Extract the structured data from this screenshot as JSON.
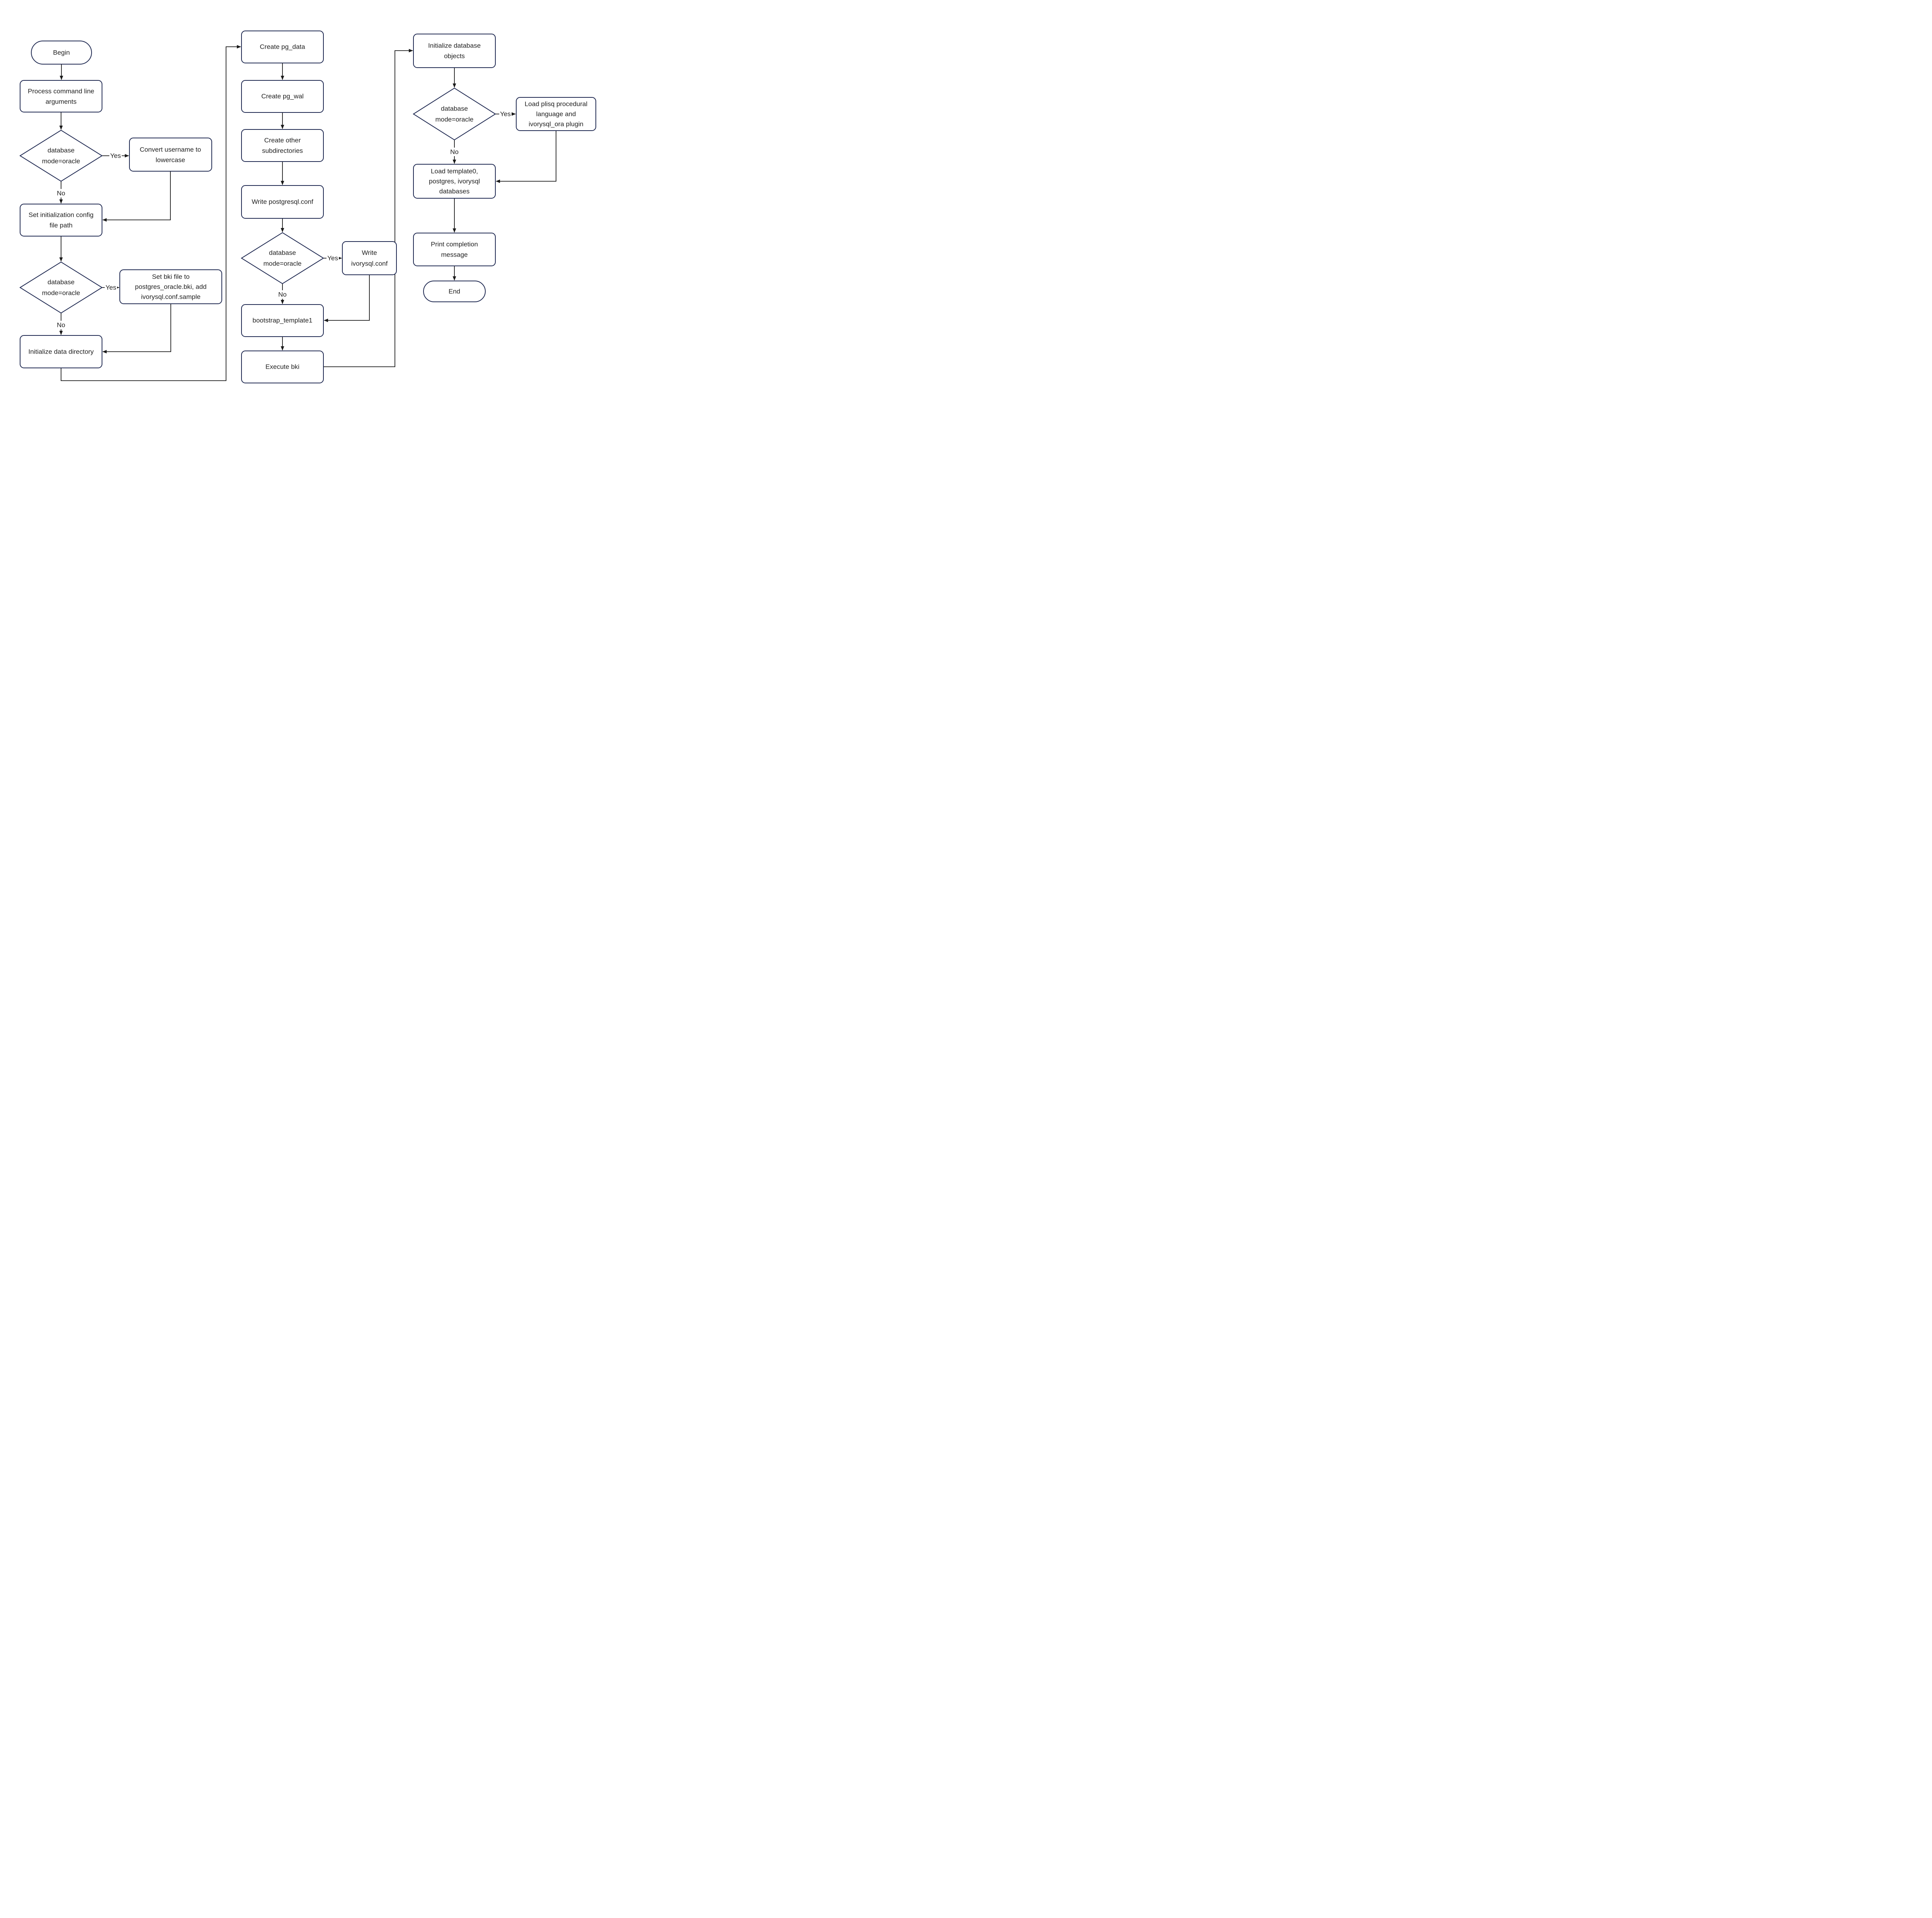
{
  "diagram": {
    "background": "#ffffff",
    "colors": {
      "node_border": "#202a52",
      "node_fill": "#ffffff",
      "connector": "#1a1a1a",
      "text": "#202020"
    },
    "nodes": {
      "begin": {
        "shape": "terminator",
        "lines": [
          "Begin"
        ]
      },
      "process_args": {
        "shape": "process",
        "lines": [
          "Process command line",
          "arguments"
        ]
      },
      "decision_mode_1": {
        "shape": "decision",
        "lines": [
          "database",
          "mode=oracle"
        ]
      },
      "convert_username": {
        "shape": "process",
        "lines": [
          "Convert username to",
          "lowercase"
        ]
      },
      "set_init_config": {
        "shape": "process",
        "lines": [
          "Set initialization config",
          "file path"
        ]
      },
      "decision_mode_2": {
        "shape": "decision",
        "lines": [
          "database",
          "mode=oracle"
        ]
      },
      "set_bki_file": {
        "shape": "process",
        "lines": [
          "Set bki file to",
          "postgres_oracle.bki, add",
          "ivorysql.conf.sample"
        ]
      },
      "init_data_dir": {
        "shape": "process",
        "lines": [
          "Initialize data directory"
        ]
      },
      "create_pg_data": {
        "shape": "process",
        "lines": [
          "Create pg_data"
        ]
      },
      "create_pg_wal": {
        "shape": "process",
        "lines": [
          "Create pg_wal"
        ]
      },
      "create_other_subdirs": {
        "shape": "process",
        "lines": [
          "Create other",
          "subdirectories"
        ]
      },
      "write_postgresql_conf": {
        "shape": "process",
        "lines": [
          "Write postgresql.conf"
        ]
      },
      "decision_mode_3": {
        "shape": "decision",
        "lines": [
          "database",
          "mode=oracle"
        ]
      },
      "write_ivorysql_conf": {
        "shape": "process",
        "lines": [
          "Write",
          "ivorysql.conf"
        ]
      },
      "bootstrap_template1": {
        "shape": "process",
        "lines": [
          "bootstrap_template1"
        ]
      },
      "execute_bki": {
        "shape": "process",
        "lines": [
          "Execute bki"
        ]
      },
      "init_db_objects": {
        "shape": "process",
        "lines": [
          "Initialize database",
          "objects"
        ]
      },
      "decision_mode_4": {
        "shape": "decision",
        "lines": [
          "database",
          "mode=oracle"
        ]
      },
      "load_plisq_plugin": {
        "shape": "process",
        "lines": [
          "Load plisq procedural",
          "language and",
          "ivorysql_ora plugin"
        ]
      },
      "load_template_dbs": {
        "shape": "process",
        "lines": [
          "Load template0,",
          "postgres, ivorysql",
          "databases"
        ]
      },
      "print_completion": {
        "shape": "process",
        "lines": [
          "Print completion",
          "message"
        ]
      },
      "end": {
        "shape": "terminator",
        "lines": [
          "End"
        ]
      }
    },
    "edge_labels": {
      "d1_yes": "Yes",
      "d1_no": "No",
      "d2_yes": "Yes",
      "d2_no": "No",
      "d3_yes": "Yes",
      "d3_no": "No",
      "d4_yes": "Yes",
      "d4_no": "No"
    }
  }
}
